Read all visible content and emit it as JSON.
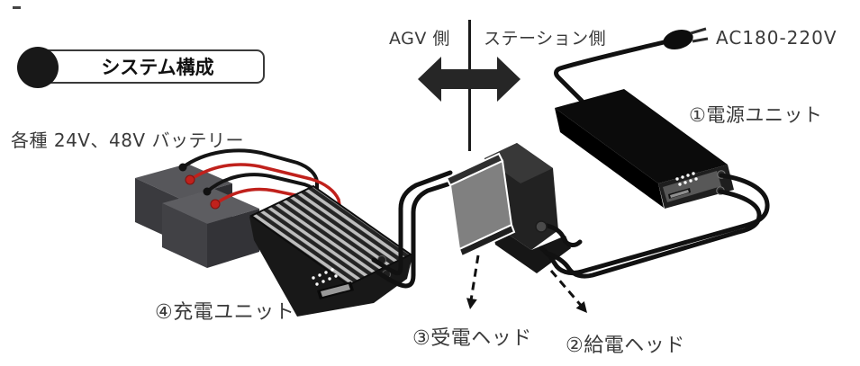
{
  "page": {
    "corner_dash": "-"
  },
  "badge": {
    "label": "システム構成"
  },
  "divider": {
    "left_label": "AGV 側",
    "right_label": "ステーション側"
  },
  "power": {
    "ac_label": "AC180-220V"
  },
  "components": {
    "battery_label": "各種 24V、48V バッテリー",
    "power_unit_label": "①電源ユニット",
    "feed_head_label": "②給電ヘッド",
    "receive_head_label": "③受電ヘッド",
    "charge_unit_label": "④充電ユニット"
  },
  "colors": {
    "ink": "#1a1a1a",
    "label_gray": "#3a3a3a",
    "wire_red": "#c0211c",
    "device_black": "#0c0c0c",
    "heatsink_light": "#bdbdbd"
  },
  "icons": {
    "arrow": "bidirectional-arrow-icon",
    "plug": "ac-plug-icon"
  }
}
